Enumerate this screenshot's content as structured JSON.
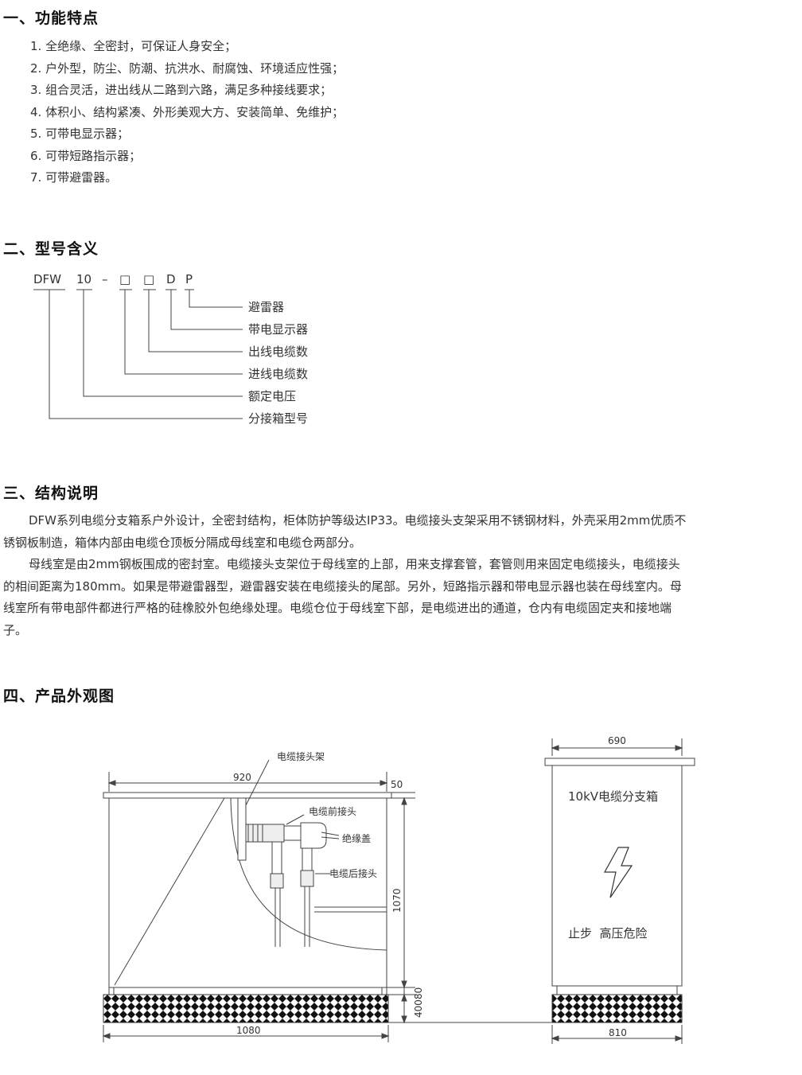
{
  "sections": {
    "features": {
      "title": "一、功能特点",
      "items": [
        "1. 全绝缘、全密封，可保证人身安全；",
        "2. 户外型，防尘、防潮、抗洪水、耐腐蚀、环境适应性强；",
        "3. 组合灵活，进出线从二路到六路，满足多种接线要求；",
        "4. 体积小、结构紧凑、外形美观大方、安装简单、免维护；",
        "5. 可带电显示器；",
        "6. 可带短路指示器；",
        "7. 可带避雷器。"
      ]
    },
    "model": {
      "title": "二、型号含义",
      "code": [
        "DFW",
        "10",
        "–",
        "□",
        "□",
        "D",
        "P"
      ],
      "meanings": [
        "避雷器",
        "带电显示器",
        "出线电缆数",
        "进线电缆数",
        "额定电压",
        "分接箱型号"
      ]
    },
    "structure": {
      "title": "三、结构说明",
      "lines": [
        "DFW系列电缆分支箱系户外设计，全密封结构，柜体防护等级达IP33。电缆接头支架采用不锈钢材料，外壳采用2mm优质不",
        "锈钢板制造，箱体内部由电缆仓顶板分隔成母线室和电缆仓两部分。",
        "母线室是由2mm钢板围成的密封室。电缆接头支架位于母线室的上部，用来支撑套管，套管则用来固定电缆接头，电缆接头",
        "的相间距离为180mm。如果是带避雷器型，避雷器安装在电缆接头的尾部。另外，短路指示器和带电显示器也装在母线室内。母",
        "线室所有带电部件都进行严格的硅橡胶外包绝缘处理。电缆仓位于母线室下部，是电缆进出的通道，仓内有电缆固定夹和接地端",
        "子。"
      ]
    },
    "appearance": {
      "title": "四、产品外观图",
      "side_view": {
        "labels": {
          "bracket": "电缆接头架",
          "front_joint": "电缆前接头",
          "cover": "绝缘盖",
          "rear_joint": "电缆后接头"
        },
        "dims": {
          "top_width": "920",
          "lid": "50",
          "height": "1070",
          "gap": "80",
          "base_height": "400",
          "base_width": "1080"
        }
      },
      "front_view": {
        "title": "10kV电缆分支箱",
        "warning": "止步  高压危险",
        "dims": {
          "top_width": "690",
          "base_width": "810"
        }
      }
    }
  }
}
